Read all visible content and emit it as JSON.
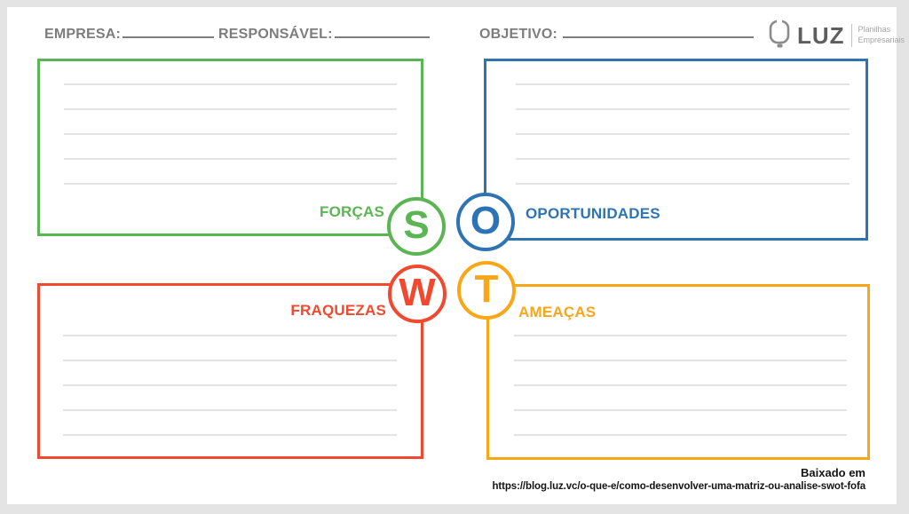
{
  "header": {
    "empresa_label": "EMPRESA:",
    "responsavel_label": "RESPONSÁVEL:",
    "objetivo_label": "OBJETIVO:"
  },
  "logo": {
    "brand": "LUZ",
    "tagline_line1": "Planilhas",
    "tagline_line2": "Empresariais"
  },
  "quadrants": {
    "strengths": {
      "label": "FORÇAS",
      "letter": "S",
      "color": "#5bb553",
      "writing_lines": 5
    },
    "opportunities": {
      "label": "OPORTUNIDADES",
      "letter": "O",
      "color": "#2e74b5",
      "writing_lines": 5
    },
    "weaknesses": {
      "label": "FRAQUEZAS",
      "letter": "W",
      "color": "#f1492f",
      "writing_lines": 5
    },
    "threats": {
      "label": "AMEAÇAS",
      "letter": "T",
      "color": "#faa619",
      "writing_lines": 5
    }
  },
  "footer": {
    "downloaded_label": "Baixado em",
    "source_url": "https://blog.luz.vc/o-que-e/como-desenvolver-uma-matriz-ou-analise-swot-fofa"
  }
}
